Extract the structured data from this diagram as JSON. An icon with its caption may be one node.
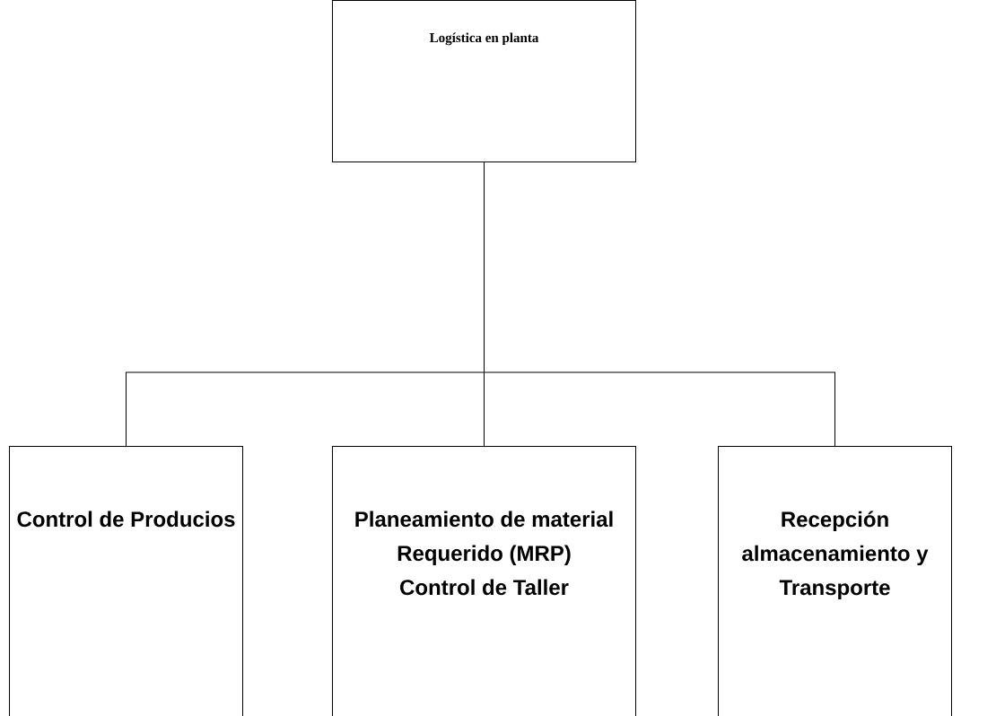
{
  "diagram": {
    "nodes": [
      {
        "text": [
          "Logística en planta"
        ]
      },
      {
        "text": [
          "Control de Producios"
        ]
      },
      {
        "text": [
          "Planeamiento de material Requerido (MRP)",
          "Control de Taller"
        ]
      },
      {
        "text": [
          "Recepción almacenamiento y Transporte"
        ]
      }
    ],
    "edges": [
      {
        "from": 0,
        "to": 1,
        "arrow": "none"
      },
      {
        "from": 0,
        "to": 2,
        "arrow": "none"
      },
      {
        "from": 0,
        "to": 3,
        "arrow": "none"
      }
    ]
  }
}
